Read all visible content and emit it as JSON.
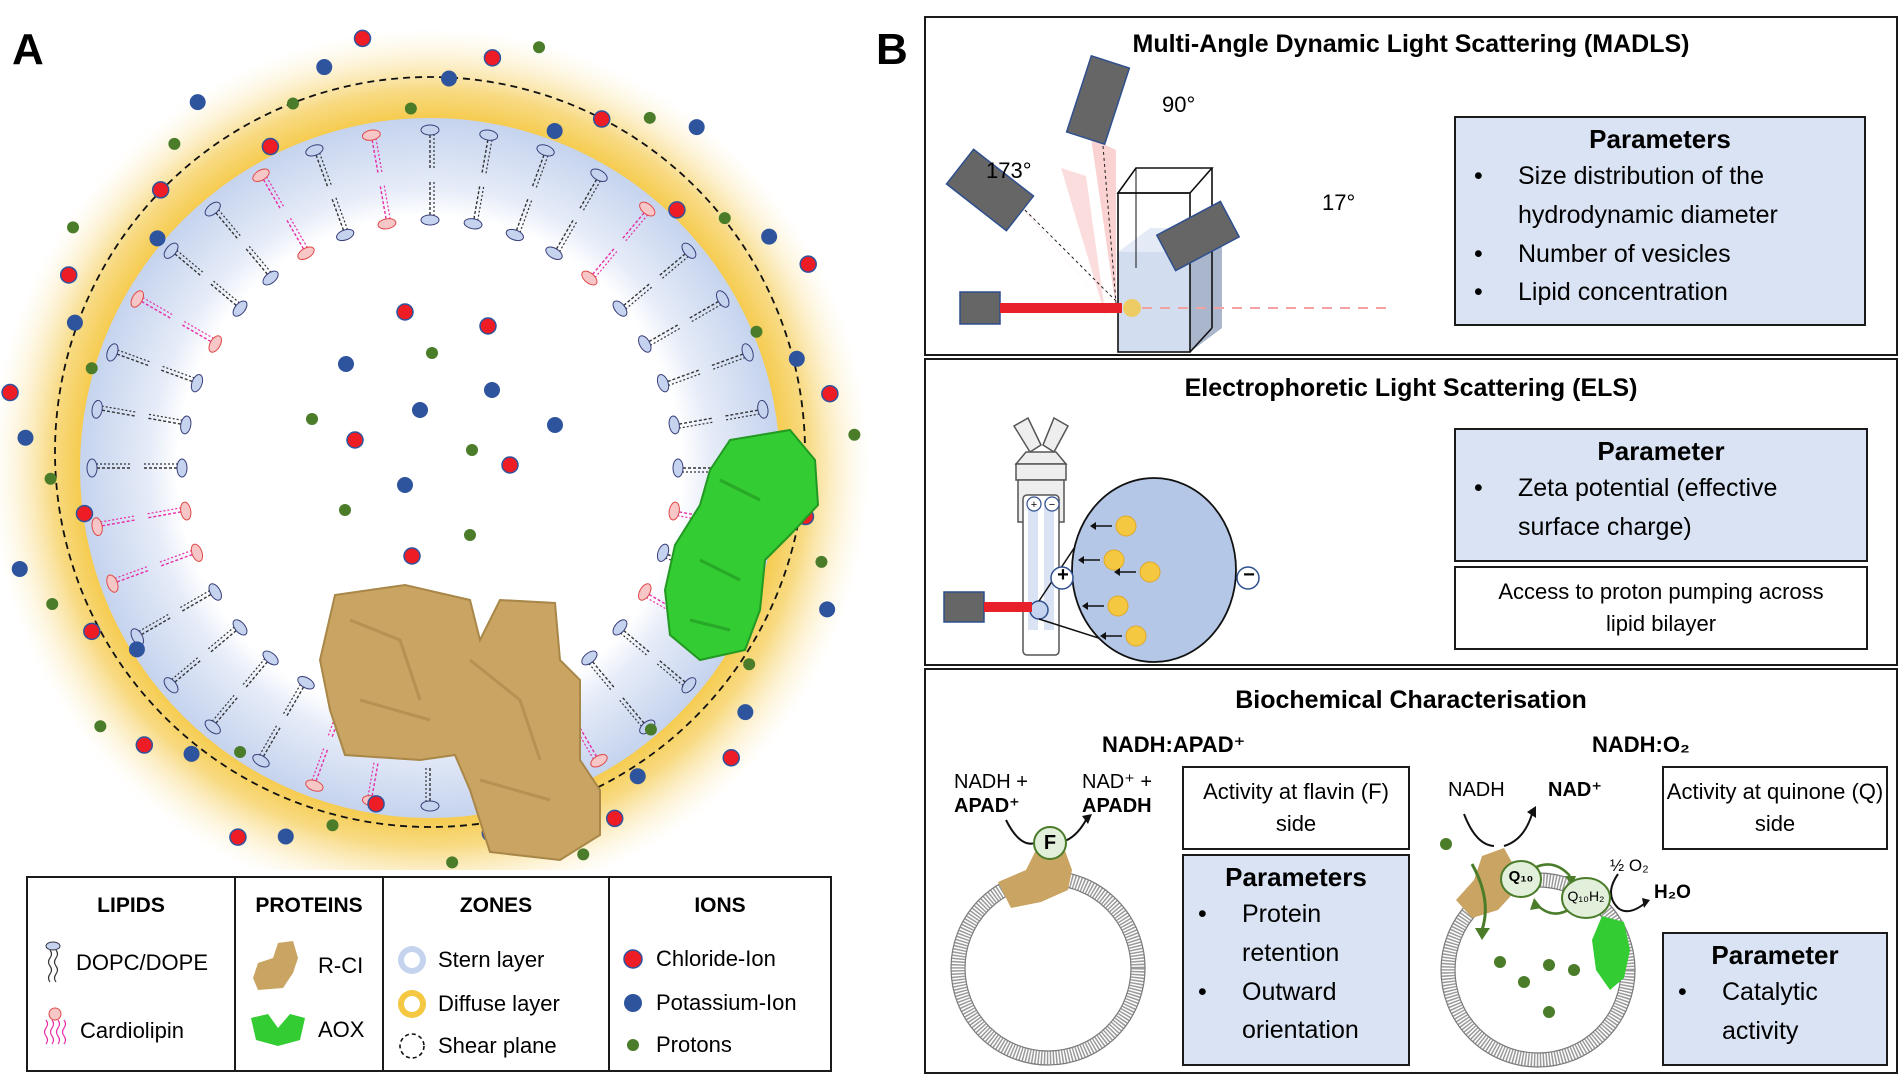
{
  "panel_a": {
    "label": "A",
    "legend": {
      "lipids": {
        "title": "LIPIDS",
        "items": [
          {
            "label": "DOPC/DOPE",
            "icon": "dopc-lipid-icon"
          },
          {
            "label": "Cardiolipin",
            "icon": "cardiolipin-icon"
          }
        ]
      },
      "proteins": {
        "title": "PROTEINS",
        "items": [
          {
            "label": "R-CI",
            "icon": "rci-protein-icon",
            "color": "#c9a463"
          },
          {
            "label": "AOX",
            "icon": "aox-protein-icon",
            "color": "#33cc33"
          }
        ]
      },
      "zones": {
        "title": "ZONES",
        "items": [
          {
            "label": "Stern layer",
            "icon": "stern-layer-icon",
            "color": "#c5d3ee"
          },
          {
            "label": "Diffuse layer",
            "icon": "diffuse-layer-icon",
            "color": "#f5c842"
          },
          {
            "label": "Shear plane",
            "icon": "shear-plane-icon"
          }
        ]
      },
      "ions": {
        "title": "IONS",
        "items": [
          {
            "label": "Chloride-Ion",
            "color": "#ee1c24"
          },
          {
            "label": "Potassium-Ion",
            "color": "#2e549e"
          },
          {
            "label": "Protons",
            "color": "#4a7c2a"
          }
        ]
      }
    }
  },
  "panel_b": {
    "label": "B",
    "madls": {
      "title": "Multi-Angle Dynamic Light Scattering (MADLS)",
      "angles": [
        "173°",
        "90°",
        "17°"
      ],
      "params_title": "Parameters",
      "params": [
        "Size distribution of the hydrodynamic diameter",
        "Number of vesicles",
        "Lipid concentration"
      ]
    },
    "els": {
      "title": "Electrophoretic Light Scattering (ELS)",
      "plus": "+",
      "minus": "−",
      "params_title": "Parameter",
      "params": [
        "Zeta potential (effective surface charge)"
      ],
      "note": "Access to proton pumping across lipid bilayer"
    },
    "biochem": {
      "title": "Biochemical Characterisation",
      "assay1": {
        "title": "NADH:APAD⁺",
        "substrate_line1": "NADH +",
        "substrate_line2": "APAD⁺",
        "product_line1": "NAD⁺ +",
        "product_line2": "APADH",
        "site": "F",
        "note": "Activity at flavin (F) side",
        "params_title": "Parameters",
        "params": [
          "Protein retention",
          "Outward orientation"
        ]
      },
      "assay2": {
        "title": "NADH:O₂",
        "substrate": "NADH",
        "product": "NAD⁺",
        "q": "Q₁₀",
        "qh2": "Q₁₀H₂",
        "o2": "½ O₂",
        "h2o": "H₂O",
        "note": "Activity at quinone (Q) side",
        "params_title": "Parameter",
        "params": [
          "Catalytic activity"
        ]
      }
    }
  },
  "colors": {
    "param_box_bg": "#dae3f3",
    "detector": "#666666",
    "detector_border": "#2f4f8f",
    "laser": "#e8202a",
    "beam": "#f9c7c7",
    "chloride": "#ee1c24",
    "potassium": "#2e549e",
    "proton": "#4a7c2a",
    "aox": "#33cc33",
    "rci": "#c9a463"
  }
}
